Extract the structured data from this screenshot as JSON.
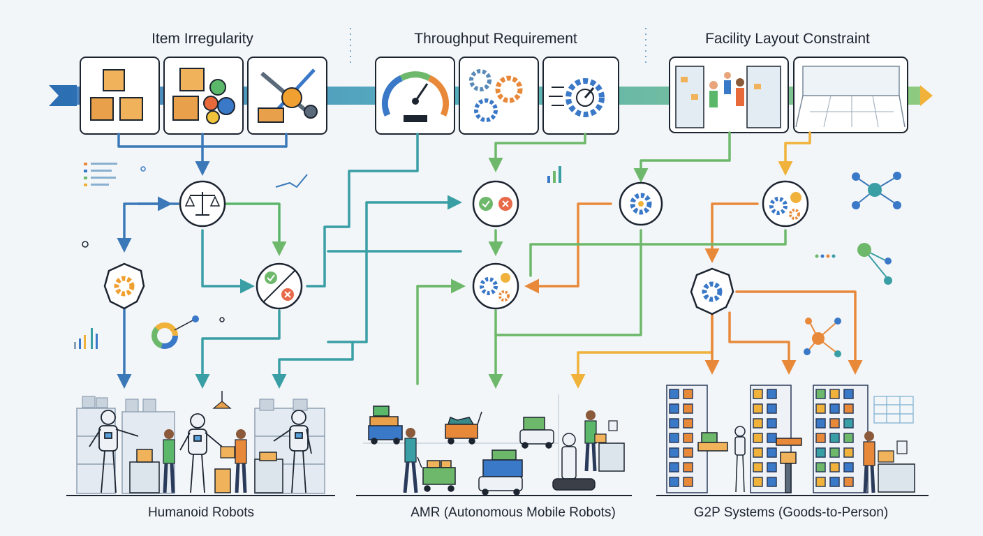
{
  "constraints": [
    {
      "label": "Item Irregularity"
    },
    {
      "label": "Throughput Requirement"
    },
    {
      "label": "Facility Layout Constraint"
    }
  ],
  "systems": [
    {
      "label": "Humanoid Robots"
    },
    {
      "label": "AMR (Autonomous Mobile Robots)"
    },
    {
      "label": "G2P Systems (Goods-to-Person)"
    }
  ],
  "icons": {
    "input_tiles": [
      "cardboard-boxes-icon",
      "boxes-and-balls-icon",
      "assorted-tools-icon",
      "speedometer-gauge-icon",
      "gears-icon",
      "fast-gear-gauge-icon",
      "warehouse-workers-icon",
      "empty-warehouse-icon"
    ],
    "decision_nodes": [
      "balance-scale-icon",
      "check-cross-icon",
      "check-cross-icon",
      "gear-question-icon",
      "gear-icon",
      "gear-question-icon",
      "gear-icon",
      "gear-icon"
    ]
  },
  "colors": {
    "blue": "#3a78b8",
    "teal": "#3a9ea5",
    "green": "#6db86a",
    "orange": "#e8893a",
    "amber": "#f0b23a",
    "ink": "#1c2430",
    "background": "#f3f6f9"
  }
}
